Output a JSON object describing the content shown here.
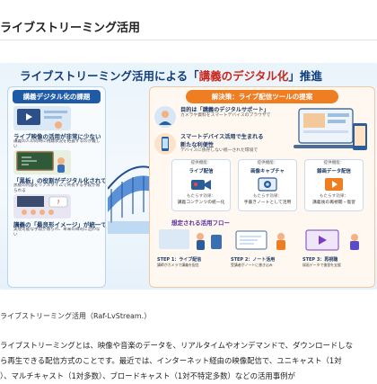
{
  "page": {
    "title": "ライブストリーミング活用"
  },
  "infographic": {
    "title_prefix": "ライブストリーミング活用による「",
    "title_highlight": "講義のデジタル化",
    "title_suffix": "」推進",
    "issues": {
      "header": "講義デジタル化の課題",
      "items": [
        {
          "title": "ライブ映像の活用が非常に少ない",
          "desc": "講義の人の同時に視聴状況を把握するのが難しい"
        },
        {
          "title": "「黒板」の役割がデジタル化されていない",
          "desc": "黒板の内容をリアルタイムで共有する手段が限られる"
        },
        {
          "title": "講義の「最良形イメージ」が統一できていない",
          "desc": "実現可能な手段が限られ、本来の目的に沿わない"
        }
      ]
    },
    "solution": {
      "header": "解決策：ライブ配信ツールの提案",
      "goal_title": "目的は「講義のデジタルサポート」",
      "goal_desc": "カメラや資料をスマートデバイスのブラウザで",
      "goal2_title": "スマートデバイス活用で生まれる",
      "goal2_title2": "新たな利便性",
      "goal2_desc": "デバイスに依存しない統一された環境で",
      "tools": [
        {
          "provide": "提供機能：",
          "name": "ライブ配信",
          "benefit_label": "もたらす効果：",
          "benefit": "講義コンテンツの統一化"
        },
        {
          "provide": "提供機能：",
          "name": "画像キャプチャ",
          "benefit_label": "もたらす効果：",
          "benefit": "手書きノートとして活用"
        },
        {
          "provide": "提供機能：",
          "name": "録画データ配信",
          "benefit_label": "もたらす効果：",
          "benefit": "講義後の再視聴・復習"
        }
      ],
      "flow_label": "想定される活用フロー",
      "steps": [
        {
          "label": "STEP 1：ライブ配信",
          "desc": "講師がカメラで講義を配信"
        },
        {
          "label": "STEP 2：ノート活用",
          "desc": "受講者がノートに書き込み"
        },
        {
          "label": "STEP 3：再視聴",
          "desc": "録画データで復習を支援"
        }
      ]
    }
  },
  "caption": "ライブストリーミング活用（Raf-LvStream.）",
  "body": {
    "line1": "ライブストリーミングとは、映像や音楽のデータを、リアルタイムやオンデマンドで、ダウンロードしな",
    "line2": "ら再生できる配信方式のことです。最近では、インターネット経由の映像配信で、ユニキャスト（1対",
    "line3": "）、マルチキャスト（1対多数）、ブロードキャスト（1対不特定多数）などの活用事例が"
  },
  "colors": {
    "navy": "#123f7c",
    "accent_red": "#c8281e",
    "issue_blue": "#1e5aa6",
    "solution_orange": "#ef7d22",
    "flow_purple": "#5b2ea0"
  }
}
